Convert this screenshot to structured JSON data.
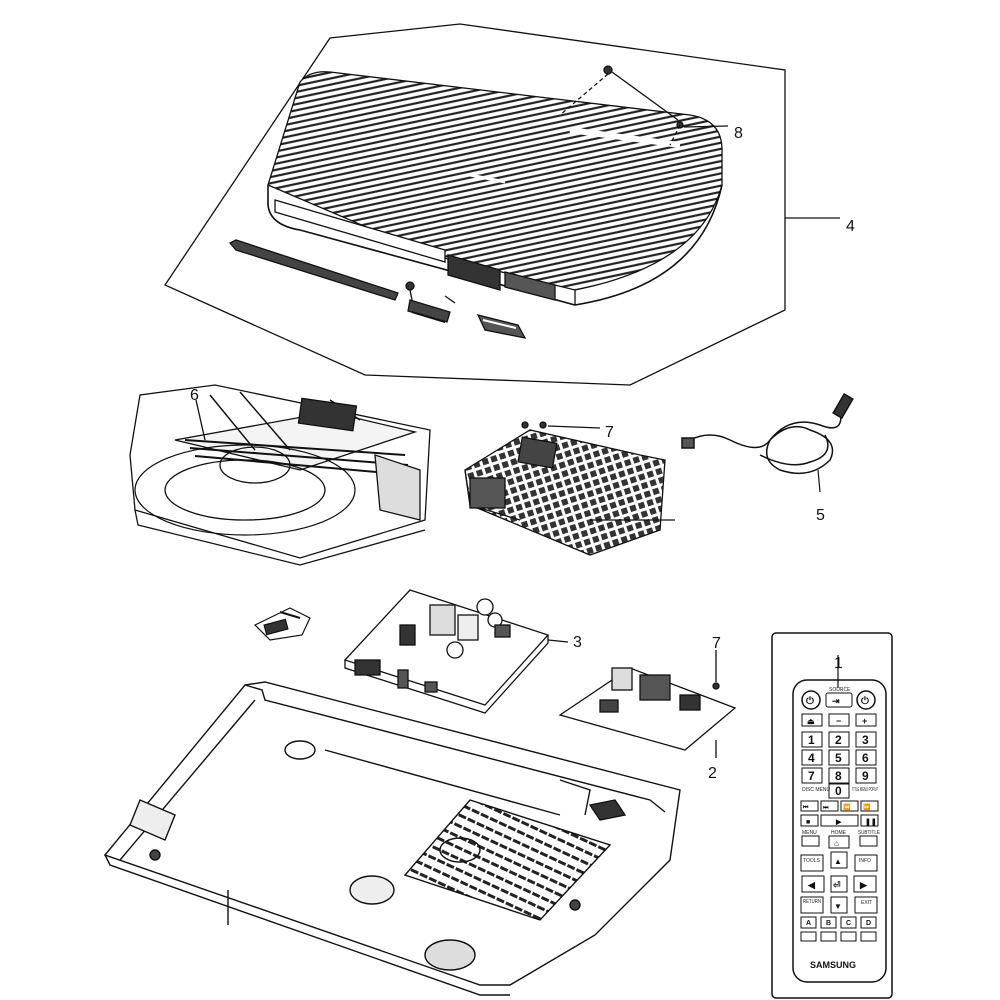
{
  "callouts": {
    "c1": "1",
    "c2": "2",
    "c3": "3",
    "c4": "4",
    "c5": "5",
    "c6": "6",
    "c7a": "7",
    "c7b": "7",
    "c8": "8"
  },
  "remote": {
    "brand": "SAMSUNG",
    "source_label": "SOURCE",
    "digits": [
      "1",
      "2",
      "3",
      "4",
      "5",
      "6",
      "7",
      "8",
      "9",
      "0"
    ],
    "disc_menu": "DISC MENU",
    "title_popup": "TITLE MENU POPUP",
    "menu": "MENU",
    "home": "HOME",
    "subtitle": "SUBTITLE",
    "tools": "TOOLS",
    "info": "INFO",
    "return": "RETURN",
    "exit": "EXIT",
    "color_keys": [
      "A",
      "B",
      "C",
      "D"
    ]
  }
}
